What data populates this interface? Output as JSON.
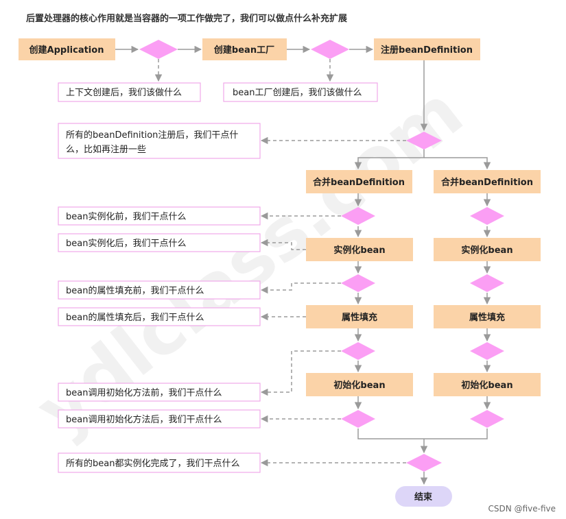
{
  "heading": "后置处理器的核心作用就是当容器的一项工作做完了，我们可以做点什么补充扩展",
  "watermark": "ydlclass.com",
  "credit": "CSDN @five-five",
  "colors": {
    "process_fill": "#fbd3a8",
    "decision_fill": "#fb9ef4",
    "note_border": "#f0a8e8",
    "line": "#9a9a9a",
    "end_fill": "#ddd6f8"
  },
  "top_row": {
    "create_app": "创建Application",
    "create_bean_factory": "创建bean工厂",
    "register_bd": "注册beanDefinition"
  },
  "notes": {
    "after_context": "上下文创建后，我们该做什么",
    "after_factory": "bean工厂创建后，我们该做什么",
    "after_register_line1": "所有的beanDefinition注册后，我们干点什",
    "after_register_line2": "么，比如再注册一些",
    "before_instantiate": "bean实例化前，我们干点什么",
    "after_instantiate": "bean实例化后，我们干点什么",
    "before_populate": "bean的属性填充前，我们干点什么",
    "after_populate": "bean的属性填充后，我们干点什么",
    "before_init": "bean调用初始化方法前，我们干点什么",
    "after_init": "bean调用初始化方法后，我们干点什么",
    "all_done": "所有的bean都实例化完成了，我们干点什么"
  },
  "columns": [
    {
      "merge": "合并beanDefinition",
      "instantiate": "实例化bean",
      "populate": "属性填充",
      "init": "初始化bean"
    },
    {
      "merge": "合并beanDefinition",
      "instantiate": "实例化bean",
      "populate": "属性填充",
      "init": "初始化bean"
    }
  ],
  "end": "结束"
}
